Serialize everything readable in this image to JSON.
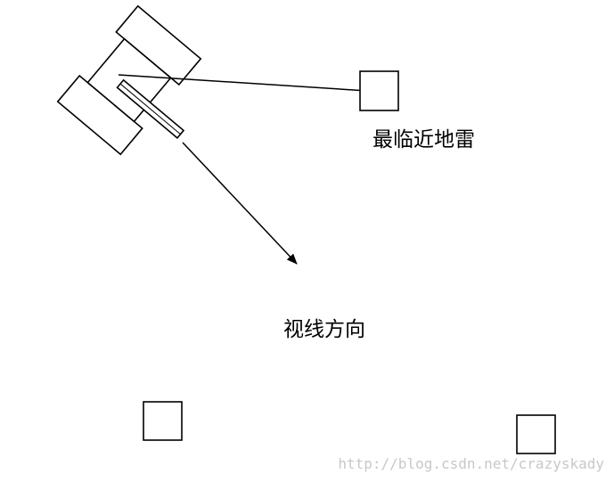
{
  "labels": {
    "nearest_mine": "最临近地雷",
    "view_direction": "视线方向"
  },
  "watermark": "http://blog.csdn.net/crazyskady",
  "colors": {
    "stroke": "#000000",
    "watermark": "#c8c8c8",
    "background": "#ffffff"
  }
}
